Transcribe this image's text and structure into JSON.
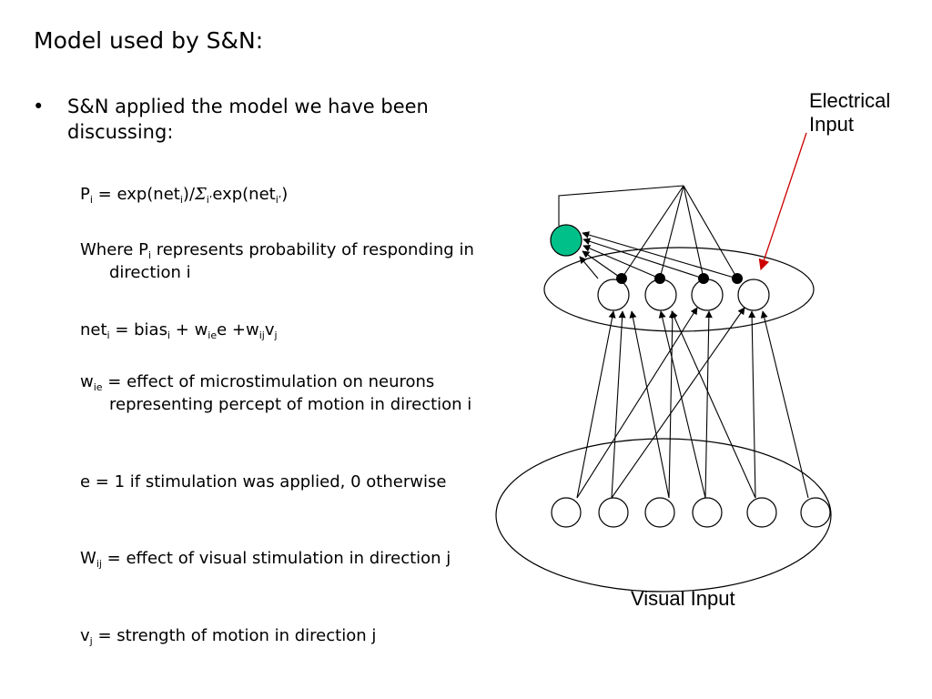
{
  "title": "Model used by S&N:",
  "bullet": {
    "symbol": "•",
    "text": "S&N applied the model we have been discussing:"
  },
  "equations": {
    "prob": {
      "P": "P",
      "i": "i",
      "eq_exp": " = exp(net",
      "i2": "i",
      "slash": ")/",
      "sigma": "Σ",
      "iprime": "i’",
      "exp2": "exp(net",
      "iprime2": "i’",
      "close": ")"
    },
    "where": {
      "a": "Where P",
      "i": "i",
      "b": " represents probability of responding in direction i"
    },
    "net": {
      "net": "net",
      "i": "i",
      "eq": " = bias",
      "i2": "i",
      "plus": " + w",
      "ie": "ie",
      "e": "e +w",
      "ij": "ij",
      "v": "v",
      "j": "j"
    },
    "wie": {
      "w": "w",
      "ie": "ie",
      "rest": " = effect of microstimulation on neurons representing percept of motion in direction i"
    },
    "e": {
      "text": "e = 1 if stimulation was applied, 0 otherwise"
    },
    "wij": {
      "W": "W",
      "ij": "ij",
      "rest": " = effect of visual stimulation in direction j"
    },
    "vj": {
      "v": "v",
      "j": "j",
      "rest": " = strength of motion in direction j"
    }
  },
  "diagram": {
    "electrical_label_1": "Electrical",
    "electrical_label_2": "Input",
    "visual_label": "Visual Input",
    "colors": {
      "output_node": "#00c08a",
      "electrical_arrow": "#cc0000",
      "line": "#000000"
    }
  }
}
